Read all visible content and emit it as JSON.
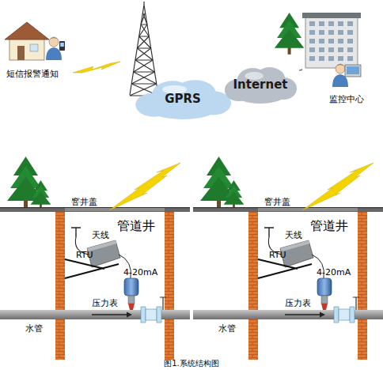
{
  "diagram": {
    "caption": "图1.系统结构图",
    "nodes": [
      {
        "text": [
          "短信报警通知"
        ]
      },
      {
        "text": [
          "GPRS"
        ]
      },
      {
        "text": [
          "Internet"
        ]
      },
      {
        "text": [
          "监控中心"
        ]
      },
      {
        "text": [
          "管道井"
        ]
      },
      {
        "text": [
          "管道井"
        ]
      }
    ],
    "edges": [
      {
        "from": 2,
        "to": 3,
        "arrow": "none"
      }
    ],
    "labels": [
      "窨井盖",
      "天线",
      "RTU",
      "4-20mA",
      "压力表",
      "水管",
      "窨井盖",
      "天线",
      "RTU",
      "4-20mA",
      "压力表",
      "水管"
    ]
  }
}
